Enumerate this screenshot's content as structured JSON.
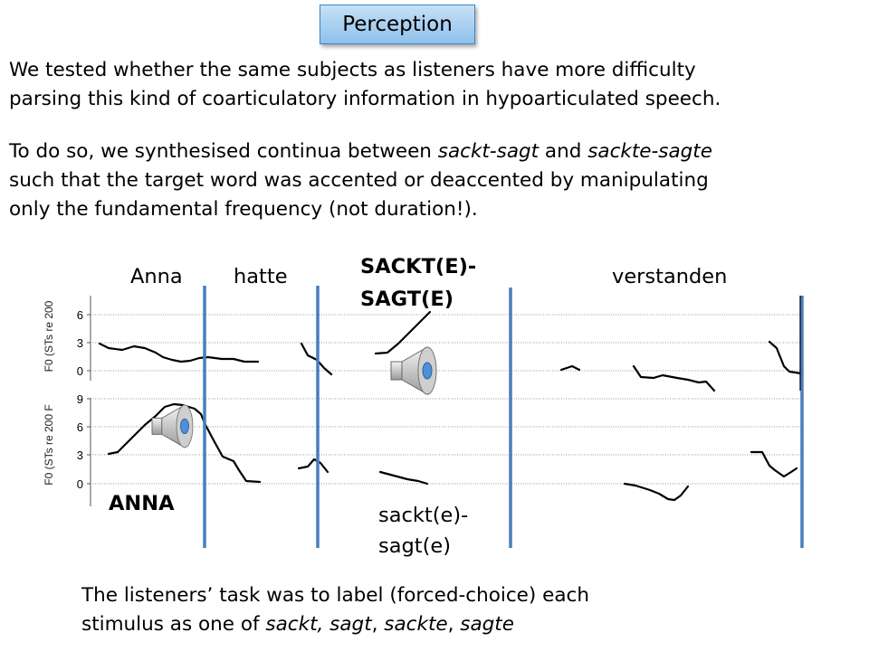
{
  "title": "Perception",
  "para1": [
    "We tested whether the same subjects as  listeners have more difficulty",
    "parsing this kind of coarticulatory information in hypoarticulated speech."
  ],
  "para2": {
    "l1": [
      "To do so, we synthesised continua between ",
      "sackt-sagt",
      " and ",
      "sackte-sagte"
    ],
    "l2": "such that the target word was accented or deaccented by manipulating",
    "l3": "only the fundamental frequency (not duration!)."
  },
  "para3": {
    "l1": "The listeners’ task was to label (forced-choice) each",
    "l2": [
      "stimulus as one of ",
      "sackt, sagt",
      ", ",
      "sackte",
      ", ",
      "sagte"
    ]
  },
  "labels": {
    "anna": "Anna",
    "hatte": "hatte",
    "sackt_upper": [
      "SACKT(E)-",
      "SAGT(E)"
    ],
    "verstanden": "verstanden",
    "anna_upper": "ANNA",
    "sackt_lower": [
      "sackt(e)-",
      "sagt(e)"
    ]
  },
  "colors": {
    "divider": "#4a7ebb",
    "grid": "#999999",
    "icon": "#4f8fd8"
  },
  "chart_data": [
    {
      "type": "line",
      "ylabel": "F0 (STs re 200",
      "yticks": [
        0,
        3,
        6
      ],
      "segments": [
        [
          [
            110,
            380
          ],
          [
            120,
            385
          ],
          [
            135,
            387
          ],
          [
            148,
            383
          ],
          [
            160,
            385
          ],
          [
            172,
            390
          ],
          [
            180,
            395
          ],
          [
            190,
            398
          ],
          [
            200,
            400
          ],
          [
            210,
            399
          ],
          [
            220,
            396
          ],
          [
            230,
            395
          ],
          [
            245,
            397
          ],
          [
            258,
            397
          ],
          [
            270,
            400
          ],
          [
            285,
            400
          ]
        ],
        [
          [
            333,
            380
          ],
          [
            340,
            393
          ],
          [
            350,
            398
          ],
          [
            358,
            407
          ],
          [
            366,
            414
          ]
        ],
        [
          [
            415,
            391
          ],
          [
            428,
            390
          ],
          [
            440,
            380
          ],
          [
            450,
            370
          ],
          [
            462,
            358
          ],
          [
            475,
            345
          ]
        ],
        [
          [
            620,
            409
          ],
          [
            632,
            405
          ],
          [
            640,
            409
          ]
        ],
        [
          [
            700,
            405
          ],
          [
            708,
            417
          ],
          [
            722,
            418
          ],
          [
            732,
            415
          ],
          [
            748,
            418
          ],
          [
            760,
            420
          ],
          [
            772,
            423
          ],
          [
            780,
            422
          ],
          [
            789,
            432
          ]
        ],
        [
          [
            850,
            378
          ],
          [
            858,
            385
          ],
          [
            866,
            405
          ],
          [
            872,
            411
          ],
          [
            885,
            413
          ]
        ]
      ]
    },
    {
      "type": "line",
      "ylabel": "F0 (STs re 200 F",
      "yticks": [
        0,
        3,
        6,
        9
      ],
      "segments": [
        [
          [
            120,
            502
          ],
          [
            130,
            500
          ],
          [
            140,
            490
          ],
          [
            150,
            480
          ],
          [
            160,
            470
          ],
          [
            172,
            460
          ],
          [
            182,
            450
          ],
          [
            192,
            447
          ],
          [
            202,
            448
          ],
          [
            215,
            452
          ],
          [
            222,
            458
          ],
          [
            226,
            468
          ]
        ],
        [
          [
            226,
            468
          ],
          [
            236,
            487
          ],
          [
            246,
            505
          ],
          [
            258,
            510
          ],
          [
            264,
            520
          ],
          [
            272,
            532
          ],
          [
            287,
            533
          ]
        ],
        [
          [
            330,
            518
          ],
          [
            340,
            516
          ],
          [
            347,
            508
          ],
          [
            354,
            512
          ],
          [
            362,
            522
          ]
        ],
        [
          [
            420,
            522
          ],
          [
            435,
            526
          ],
          [
            450,
            530
          ],
          [
            462,
            532
          ],
          [
            472,
            535
          ]
        ],
        [
          [
            690,
            535
          ],
          [
            702,
            537
          ],
          [
            718,
            542
          ],
          [
            728,
            546
          ],
          [
            738,
            552
          ],
          [
            745,
            553
          ],
          [
            752,
            548
          ],
          [
            760,
            538
          ]
        ],
        [
          [
            830,
            500
          ],
          [
            842,
            500
          ],
          [
            850,
            515
          ],
          [
            856,
            520
          ],
          [
            866,
            527
          ],
          [
            874,
            522
          ],
          [
            880,
            518
          ]
        ]
      ]
    }
  ]
}
